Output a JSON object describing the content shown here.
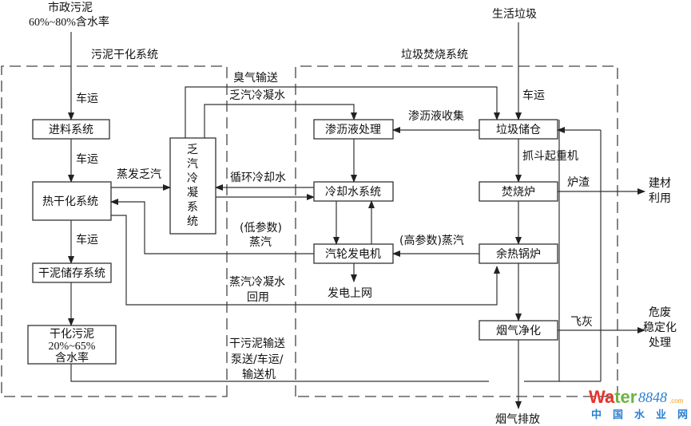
{
  "inputs": {
    "sludge_title": "市政污泥",
    "sludge_moisture": "60%~80%含水率",
    "garbage": "生活垃圾"
  },
  "systems": {
    "left": "污泥干化系统",
    "right": "垃圾焚烧系统"
  },
  "boxes": {
    "feed": "进料系统",
    "thermal_dry": "热干化系统",
    "dry_storage": "干泥储存系统",
    "dried_sludge": [
      "干化污泥",
      "20%~65%",
      "含水率"
    ],
    "condenser": [
      "乏",
      "汽",
      "冷",
      "凝",
      "系",
      "统"
    ],
    "leachate": "渗沥液处理",
    "cooling": "冷却水系统",
    "turbine": "汽轮发电机",
    "garbage_store": "垃圾储仓",
    "incinerator": "焚烧炉",
    "boiler": "余热锅炉",
    "flue_clean": "烟气净化"
  },
  "labels": {
    "truck1": "车运",
    "truck2": "车运",
    "truck3": "车运",
    "evap_steam": "蒸发乏汽",
    "odor": "臭气输送",
    "exhaust_condensate": "乏汽冷凝水",
    "leachate_collect": "渗沥液收集",
    "circ_cooling": "循环冷却水",
    "grab_crane": "抓斗起重机",
    "low_param_steam": [
      "(低参数)",
      "蒸汽"
    ],
    "high_param_steam": "(高参数)蒸汽",
    "steam_condensate": [
      "蒸汽冷凝水",
      "回用"
    ],
    "power_grid": "发电上网",
    "slag": "炉渣",
    "building_material": [
      "建材",
      "利用"
    ],
    "fly_ash": "飞灰",
    "hazwaste": [
      "危废",
      "稳定化",
      "处理"
    ],
    "dry_sludge_transport": [
      "干污泥输送",
      "泵送/车运/",
      "输送机"
    ],
    "flue_discharge": "烟气排放"
  },
  "watermark": {
    "brand_a": "Wa",
    "brand_b": "ter",
    "brand_num": "8848",
    "brand_com": ".com",
    "cn": "中国水业网",
    "colors": {
      "red": "#e8322b",
      "orange": "#f39a1e",
      "green": "#6cb33f",
      "blue": "#2a7fd0"
    }
  }
}
